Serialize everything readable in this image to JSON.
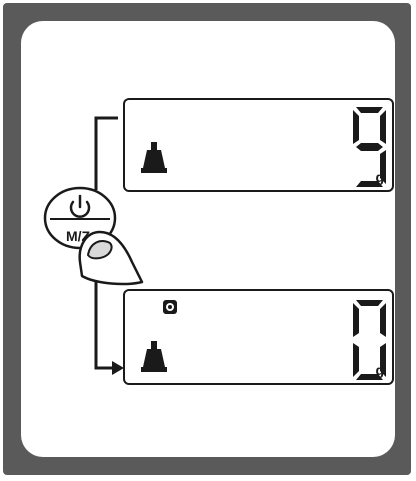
{
  "button": {
    "label": "M/Z",
    "icon": "power-icon"
  },
  "display_top": {
    "reading": "9",
    "unit": "g",
    "icon": "weight-icon"
  },
  "display_bottom": {
    "reading": "0",
    "unit": "g",
    "icon": "weight-icon",
    "indicator_icon": "stable-indicator-icon"
  },
  "colors": {
    "frame": "#5a5a5a",
    "lcd_ink": "#1a1a1a",
    "background": "#ffffff"
  }
}
